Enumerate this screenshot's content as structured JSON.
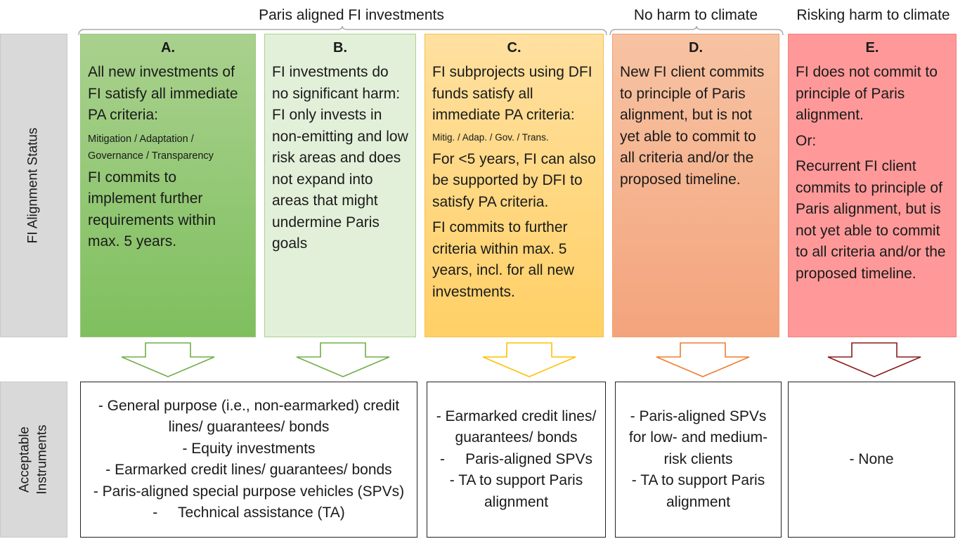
{
  "headers": {
    "paris_aligned": "Paris aligned FI investments",
    "no_harm": "No harm to climate",
    "risking_harm": "Risking harm to climate"
  },
  "side_labels": {
    "status": "FI Alignment Status",
    "instruments_line1": "Acceptable",
    "instruments_line2": "Instruments"
  },
  "columns": [
    {
      "letter": "A.",
      "color": "#a9d18e",
      "paragraphs": [
        {
          "text": "All new investments of FI satisfy all immediate PA criteria:",
          "size": "normal"
        },
        {
          "text": "Mitigation / Adaptation / Governance  / Transparency",
          "size": "small"
        },
        {
          "text": "FI commits to implement further requirements within max. 5 years.",
          "size": "normal"
        }
      ]
    },
    {
      "letter": "B.",
      "color": "#e2f0d9",
      "paragraphs": [
        {
          "text": "FI investments do no significant harm: FI only invests in non-emitting and low risk areas and does not expand into areas that might undermine Paris goals",
          "size": "normal"
        }
      ]
    },
    {
      "letter": "C.",
      "color": "#ffd57a",
      "paragraphs": [
        {
          "text": "FI subprojects using DFI funds satisfy all immediate PA criteria:",
          "size": "normal"
        },
        {
          "text": "Mitig. / Adap. / Gov. / Trans.",
          "size": "small"
        },
        {
          "text": "For <5 years, FI can also be supported by DFI to satisfy PA criteria.",
          "size": "normal"
        },
        {
          "text": "FI commits to further criteria within max. 5 years, incl. for all new investments.",
          "size": "normal"
        }
      ]
    },
    {
      "letter": "D.",
      "color": "#f4b183",
      "paragraphs": [
        {
          "text": "New FI client commits to principle of Paris alignment, but is not yet able to commit to all criteria and/or the proposed timeline.",
          "size": "normal"
        }
      ]
    },
    {
      "letter": "E.",
      "color": "#ff9999",
      "paragraphs": [
        {
          "text": "FI does not commit to principle of Paris alignment.",
          "size": "normal"
        },
        {
          "text": "Or:",
          "size": "normal"
        },
        {
          "text": "Recurrent FI client commits to principle of Paris alignment, but is not yet able to commit to all criteria and/or the proposed timeline.",
          "size": "normal"
        }
      ]
    }
  ],
  "arrow_colors": [
    "#70ad47",
    "#70ad47",
    "#ffc000",
    "#ed7d31",
    "#8b1a1a"
  ],
  "instruments": {
    "ab": [
      "- General purpose (i.e., non-earmarked) credit lines/ guarantees/ bonds",
      "- Equity investments",
      "- Earmarked credit lines/ guarantees/ bonds",
      "- Paris-aligned special purpose vehicles (SPVs)",
      "-     Technical assistance (TA)"
    ],
    "c": [
      "- Earmarked credit lines/ guarantees/ bonds",
      "-     Paris-aligned SPVs",
      "-    TA to support Paris alignment"
    ],
    "d": [
      "- Paris-aligned SPVs for low- and medium-risk clients",
      "- TA to support Paris alignment"
    ],
    "e": [
      "- None"
    ]
  }
}
